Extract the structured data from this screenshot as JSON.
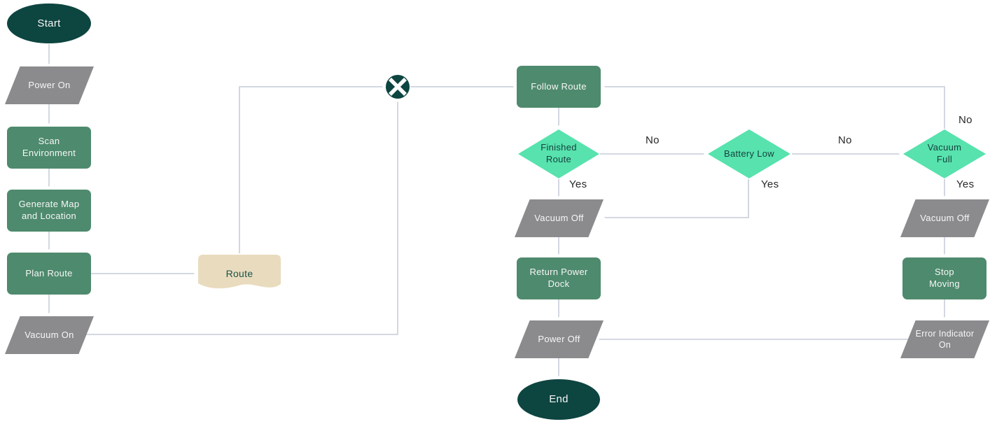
{
  "colors": {
    "terminator": "#0d4540",
    "process": "#4e8a6d",
    "io": "#8b8b8e",
    "decision": "#57e2ae",
    "document": "#e9dcbe",
    "connector": "#cdd3de"
  },
  "nodes": {
    "start": {
      "label": "Start",
      "type": "terminator"
    },
    "power_on": {
      "label": "Power On",
      "type": "input-output"
    },
    "scan_environment": {
      "label": "Scan Environment",
      "type": "process"
    },
    "generate_map": {
      "label": "Generate Map and Location",
      "type": "process"
    },
    "plan_route": {
      "label": "Plan Route",
      "type": "process"
    },
    "vacuum_on": {
      "label": "Vacuum On",
      "type": "input-output"
    },
    "route_document": {
      "label": "Route",
      "type": "document"
    },
    "merge_junction": {
      "label": "",
      "type": "summing-junction"
    },
    "follow_route": {
      "label": "Follow Route",
      "type": "process"
    },
    "finished_route": {
      "label": "Finished Route",
      "type": "decision"
    },
    "battery_low": {
      "label": "Battery Low",
      "type": "decision"
    },
    "vacuum_full": {
      "label": "Vacuum Full",
      "type": "decision"
    },
    "vacuum_off_left": {
      "label": "Vacuum Off",
      "type": "input-output"
    },
    "return_power_dock": {
      "label": "Return Power Dock",
      "type": "process"
    },
    "power_off": {
      "label": "Power Off",
      "type": "input-output"
    },
    "end": {
      "label": "End",
      "type": "terminator"
    },
    "vacuum_off_right": {
      "label": "Vacuum Off",
      "type": "input-output"
    },
    "stop_moving": {
      "label": "Stop Moving",
      "type": "process"
    },
    "error_indicator_on": {
      "label": "Error Indicator On",
      "type": "input-output"
    }
  },
  "edge_labels": {
    "finished_route_no": "No",
    "finished_route_yes": "Yes",
    "battery_low_no": "No",
    "battery_low_yes": "Yes",
    "vacuum_full_no": "No",
    "vacuum_full_yes": "Yes"
  }
}
